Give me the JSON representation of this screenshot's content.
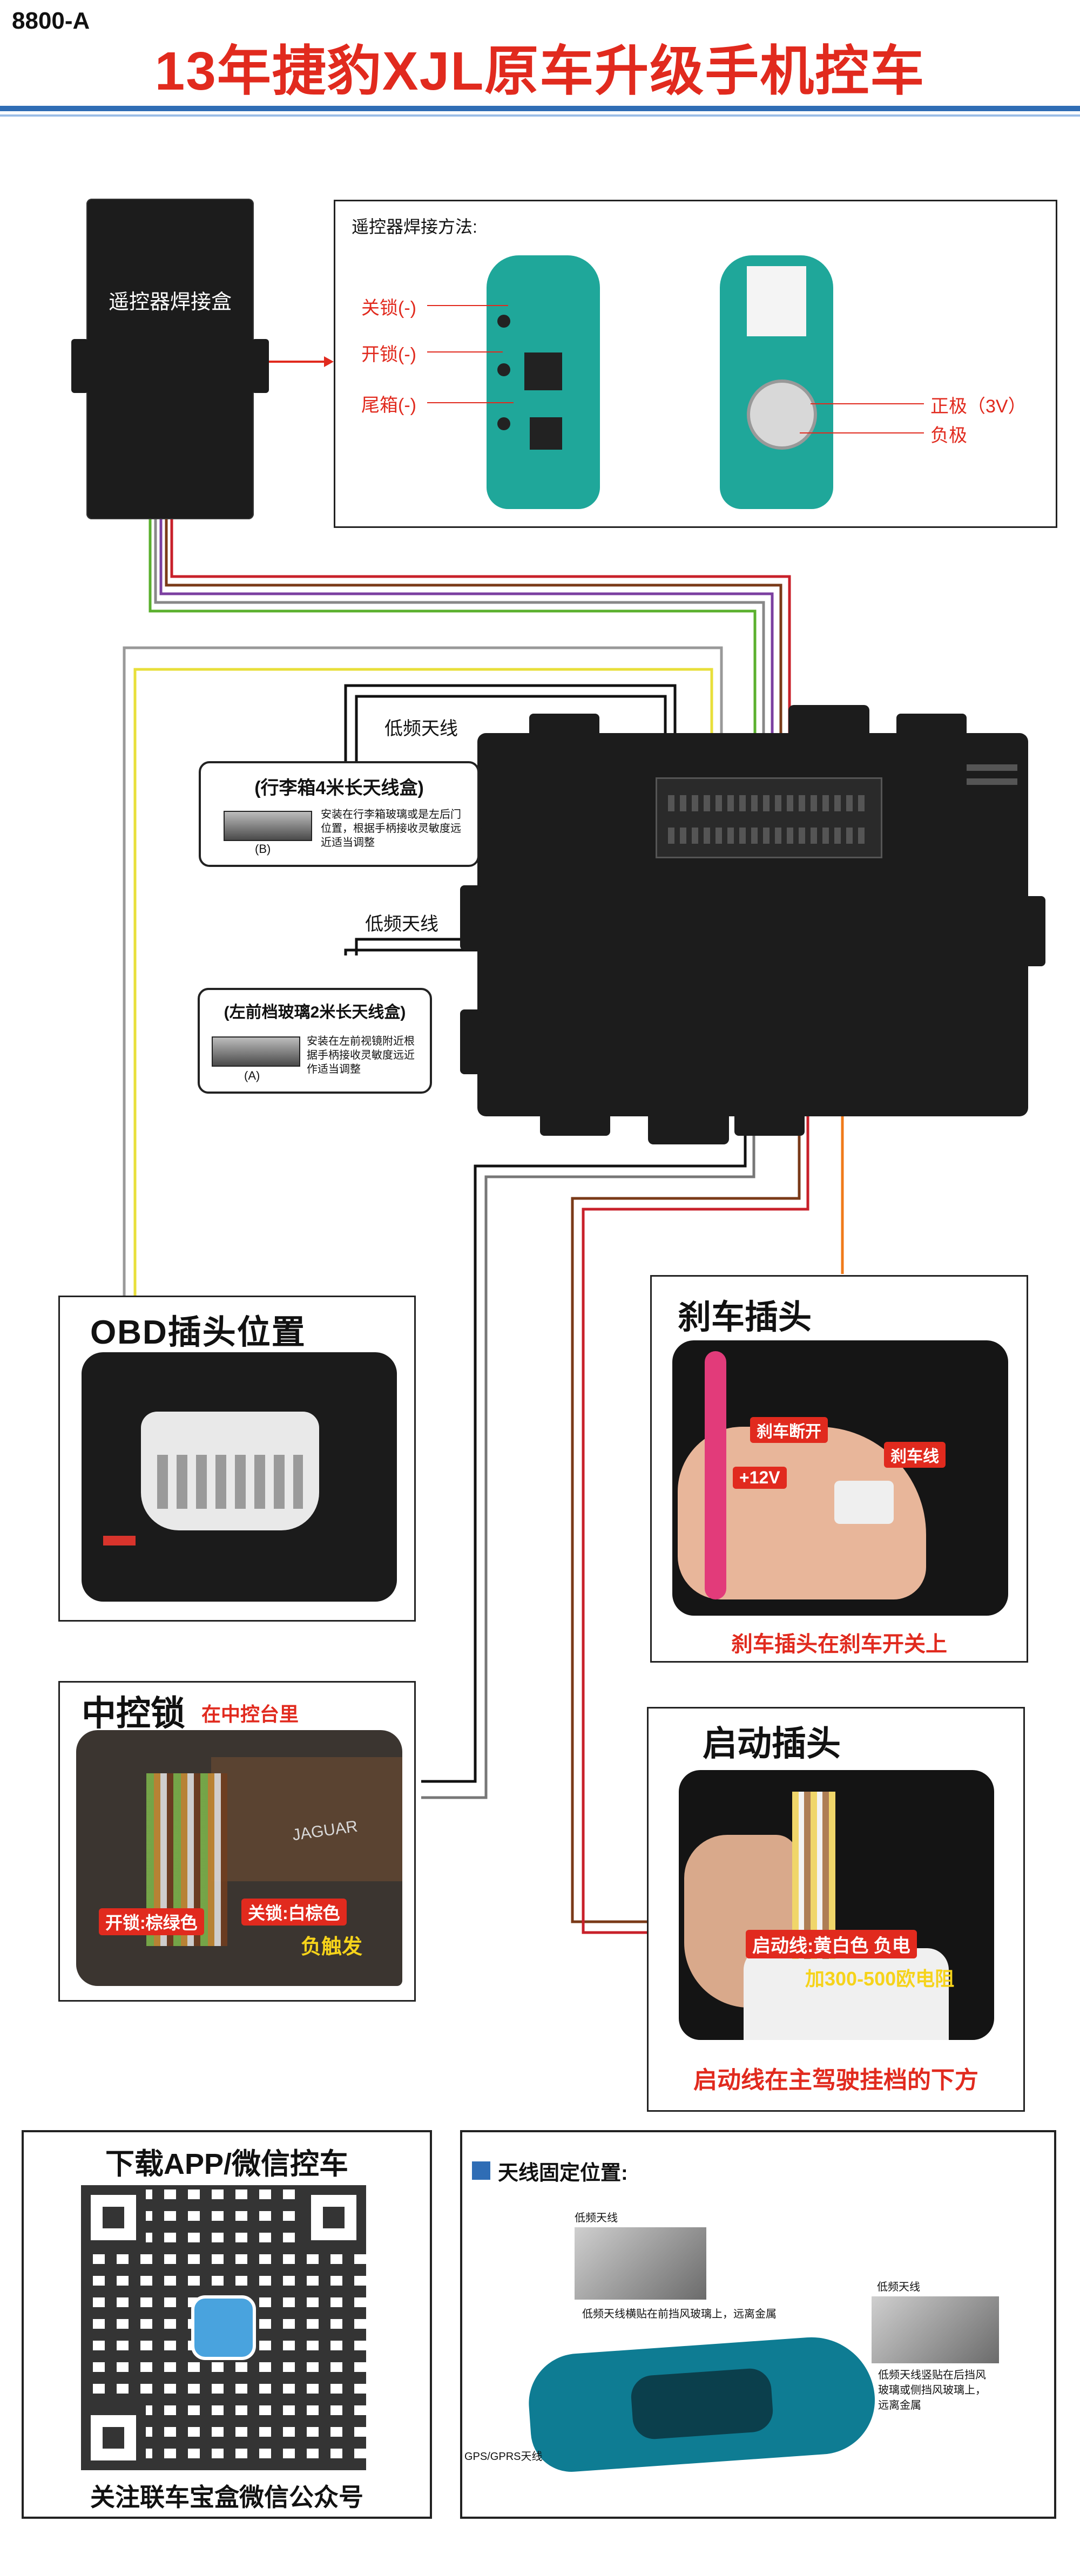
{
  "header": {
    "model": "8800-A",
    "title": "13年捷豹XJL原车升级手机控车"
  },
  "remote_box": {
    "label": "遥控器焊接盒",
    "method_title": "遥控器焊接方法:",
    "left_labels": [
      "关锁(-)",
      "开锁(-)",
      "尾箱(-)"
    ],
    "right_labels": [
      "正极（3V）",
      "负极"
    ]
  },
  "antennas": [
    {
      "wire_label": "低频天线",
      "title": "(行李箱4米长天线盒)",
      "tag": "(B)",
      "desc": "安装在行李箱玻璃或是左后门位置，根据手柄接收灵敏度远近适当调整"
    },
    {
      "wire_label": "低频天线",
      "title": "(左前档玻璃2米长天线盒)",
      "tag": "(A)",
      "desc": "安装在左前视镜附近根据手柄接收灵敏度远近作适当调整"
    }
  ],
  "obd": {
    "title": "OBD插头位置"
  },
  "brake": {
    "title": "刹车插头",
    "tags": [
      "刹车断开",
      "刹车线",
      "+12V"
    ],
    "caption": "刹车插头在刹车开关上"
  },
  "central_lock": {
    "title": "中控锁",
    "subtitle": "在中控台里",
    "tags": [
      "开锁:棕绿色",
      "关锁:白棕色"
    ],
    "note": "负触发",
    "photo_text": "JAGUAR"
  },
  "start": {
    "title": "启动插头",
    "tag": "启动线:黄白色 负电",
    "note": "加300-500欧电阻",
    "caption": "启动线在主驾驶挂档的下方"
  },
  "qr": {
    "top_text": "下载APP/微信控车",
    "bottom_text": "关注联车宝盒微信公众号"
  },
  "antenna_pos": {
    "title": "天线固定位置:",
    "label_a": "低频天线",
    "text_a": "低频天线横贴在前挡风玻璃上，远离金属",
    "label_b": "低频天线",
    "text_b": "低频天线竖贴在后挡风玻璃或侧挡风玻璃上，远离金属",
    "gps": "GPS/GPRS天线"
  },
  "colors": {
    "accent_red": "#e12a1e",
    "header_blue": "#2f6db5",
    "yellow_text": "#f6d31a",
    "module_black": "#1c1c1c",
    "pcb_green": "#1fa79a"
  }
}
